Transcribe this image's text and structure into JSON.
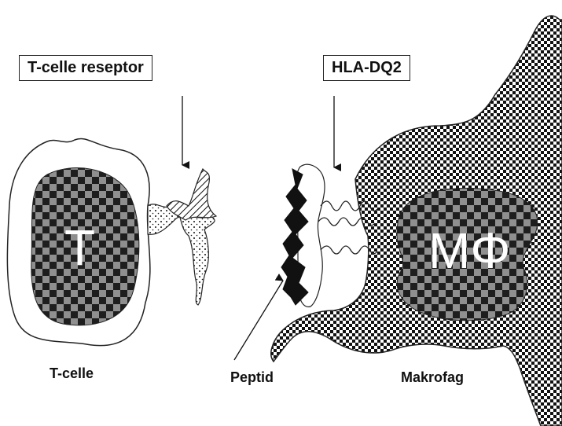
{
  "labels": {
    "t_cell_receptor": "T-celle reseptor",
    "hla_dq2": "HLA-DQ2",
    "t_cell": "T-celle",
    "peptide": "Peptid",
    "macrophage": "Makrofag"
  },
  "nucleus_letters": {
    "t_cell": "T",
    "macrophage": "MΦ"
  },
  "colors": {
    "outline": "#222222",
    "checker_dark": "#1e1e1e",
    "checker_light": "#8f8f8f",
    "peptide_fill": "#111111"
  }
}
